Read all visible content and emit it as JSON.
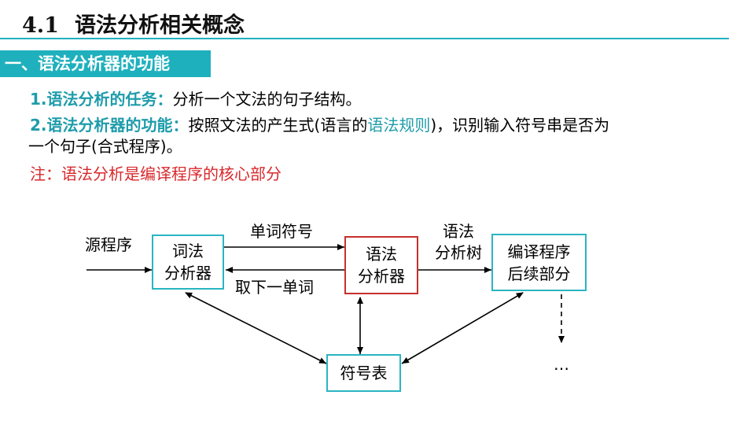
{
  "heading": {
    "number": "4.1",
    "title": "语法分析相关概念"
  },
  "section": {
    "banner": "一、语法分析器的功能"
  },
  "body": {
    "item1": {
      "label": "1.语法分析的任务：",
      "text": "分析一个文法的句子结构。"
    },
    "item2": {
      "label": "2.语法分析器的功能：",
      "text_before": "按照文法的产生式(语言的",
      "highlight": "语法规则",
      "text_after": ")，识别输入符号串是否为",
      "continuation": "一个句子(合式程序)。"
    },
    "note": "注：语法分析是编译程序的核心部分"
  },
  "diagram": {
    "source_label": "源程序",
    "lexer_line1": "词法",
    "lexer_line2": "分析器",
    "parser_line1": "语法",
    "parser_line2": "分析器",
    "backend_line1": "编译程序",
    "backend_line2": "后续部分",
    "symbol_table": "符号表",
    "token_label": "单词符号",
    "next_token_label": "取下一单词",
    "tree_line1": "语法",
    "tree_line2": "分析树",
    "ellipsis": "…"
  },
  "colors": {
    "accent_teal": "#1fb0bd",
    "parser_border": "#c8302c",
    "note_red": "#d8282c"
  }
}
